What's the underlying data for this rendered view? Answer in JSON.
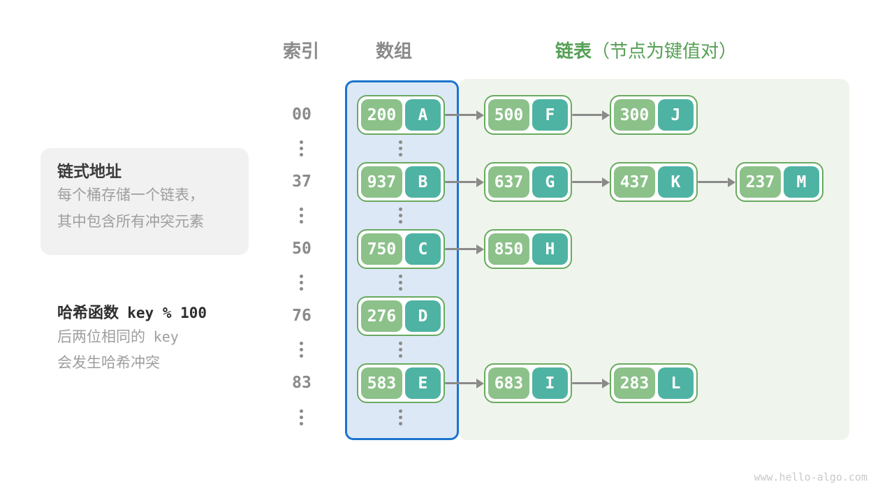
{
  "page": {
    "watermark": "www.hello-algo.com",
    "background": "#ffffff"
  },
  "headers": {
    "index": "索引",
    "array": "数组",
    "list": "链表",
    "list_note": "（节点为键值对）"
  },
  "callouts": {
    "chaining": {
      "title": "链式地址",
      "line1": "每个桶存储一个链表，",
      "line2": "其中包含所有冲突元素"
    },
    "hash": {
      "title": "哈希函数",
      "formula": "key % 100",
      "line1_text": "后两位相同的",
      "line1_mono": "key",
      "line2": "会发生哈希冲突"
    }
  },
  "rows": [
    {
      "index": "00",
      "nodes": [
        {
          "key": "200",
          "value": "A"
        },
        {
          "key": "500",
          "value": "F"
        },
        {
          "key": "300",
          "value": "J"
        }
      ]
    },
    {
      "index": "37",
      "nodes": [
        {
          "key": "937",
          "value": "B"
        },
        {
          "key": "637",
          "value": "G"
        },
        {
          "key": "437",
          "value": "K"
        },
        {
          "key": "237",
          "value": "M"
        }
      ]
    },
    {
      "index": "50",
      "nodes": [
        {
          "key": "750",
          "value": "C"
        },
        {
          "key": "850",
          "value": "H"
        }
      ]
    },
    {
      "index": "76",
      "nodes": [
        {
          "key": "276",
          "value": "D"
        }
      ]
    },
    {
      "index": "83",
      "nodes": [
        {
          "key": "583",
          "value": "E"
        },
        {
          "key": "683",
          "value": "I"
        },
        {
          "key": "283",
          "value": "L"
        }
      ]
    }
  ],
  "colors": {
    "header_green": "#55A055",
    "header_gray": "#8A8A8A",
    "node_border": "#69AA60",
    "node_key_bg": "#8CC18A",
    "node_value_bg": "#4FB3A4",
    "array_panel_bg": "#DCE8F6",
    "array_panel_border": "#1B74CE",
    "list_panel_bg": "#EFF5EC",
    "arrow": "#8A8A8A",
    "callout_bg": "#F1F1F1",
    "callout_title": "#3A3A3A",
    "muted_text": "#9E9E9E",
    "watermark": "#C9C9C9"
  }
}
